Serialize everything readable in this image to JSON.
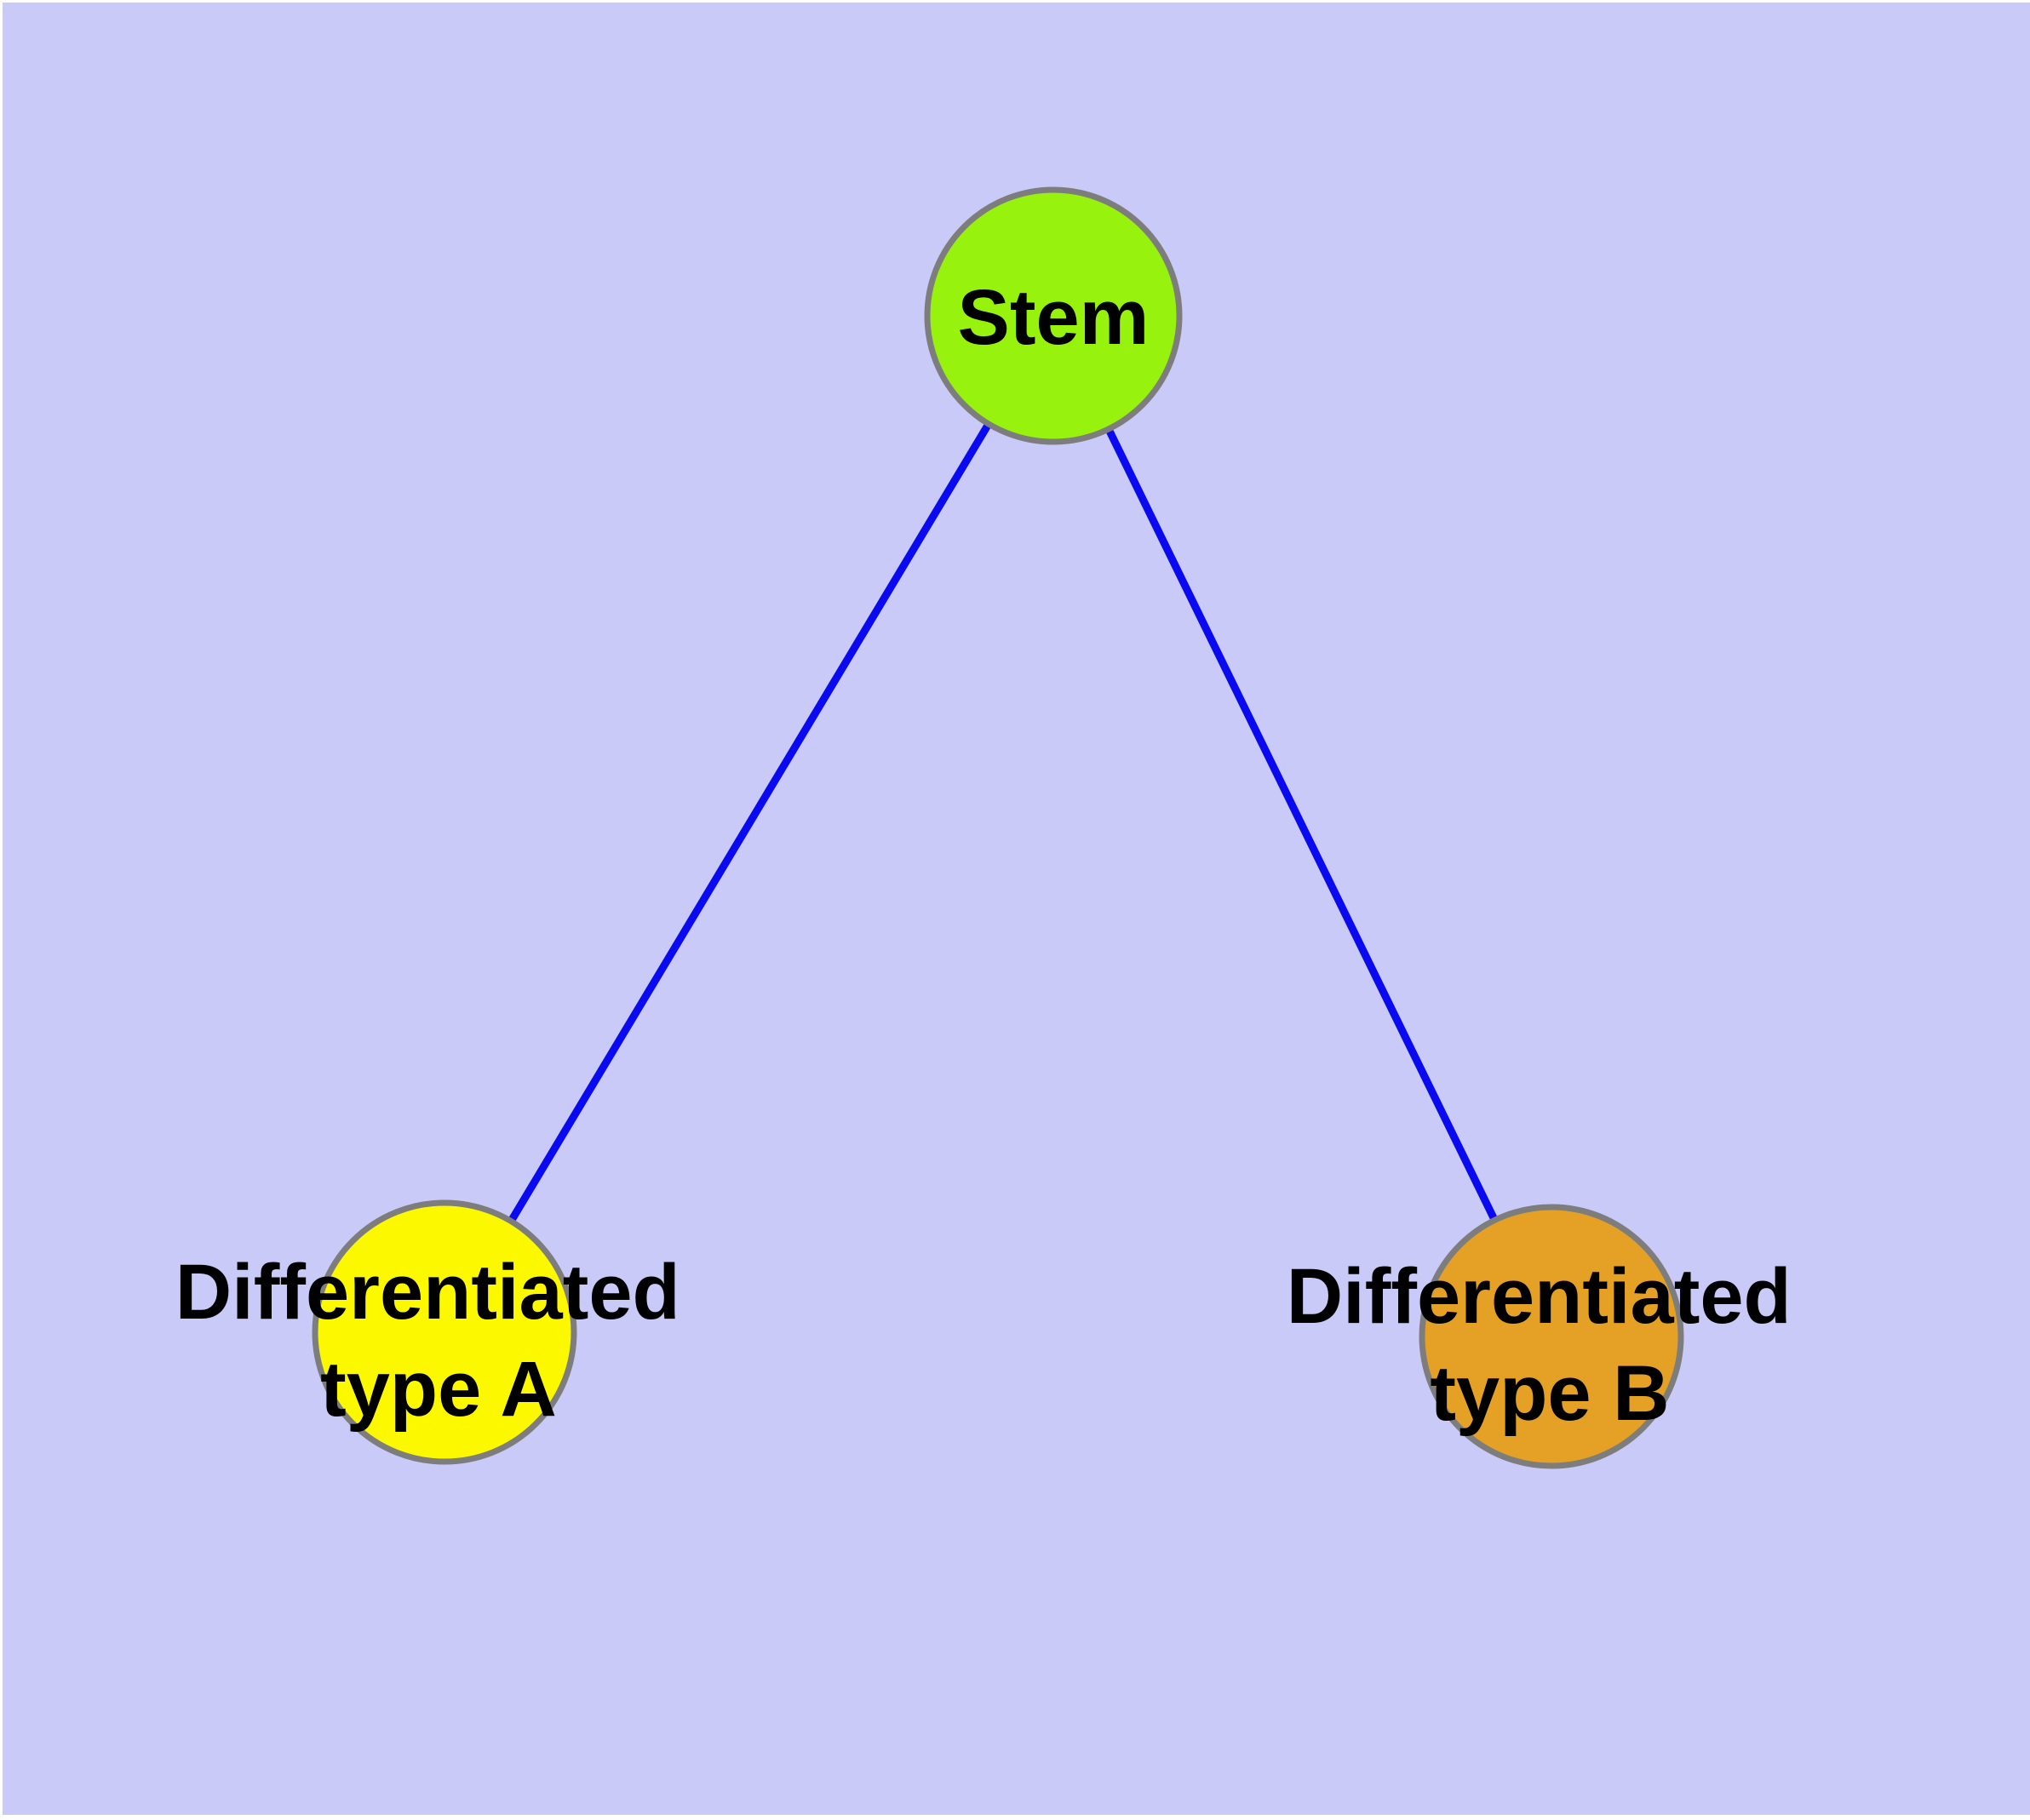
{
  "canvas": {
    "background": "#CACAF8",
    "page_background": "#FFFFFF"
  },
  "diagram": {
    "type": "graph",
    "edge_color": "#0A0AF0",
    "node_border_color": "#7D7D7D",
    "label_color": "#000000",
    "nodes": [
      {
        "id": "stem",
        "label": "Stem",
        "fill": "#97F30D"
      },
      {
        "id": "differentiated-type-a",
        "label": "Differentiated type A",
        "line1": "Differentiated",
        "line2": "type A",
        "fill": "#FCF800"
      },
      {
        "id": "differentiated-type-b",
        "label": "Differentiated type B",
        "line1": "Differentiated",
        "line2": "type B",
        "fill": "#E5A125"
      }
    ],
    "edges": [
      {
        "from": "Stem",
        "to": "Differentiated type A"
      },
      {
        "from": "Stem",
        "to": "Differentiated type B"
      }
    ]
  }
}
